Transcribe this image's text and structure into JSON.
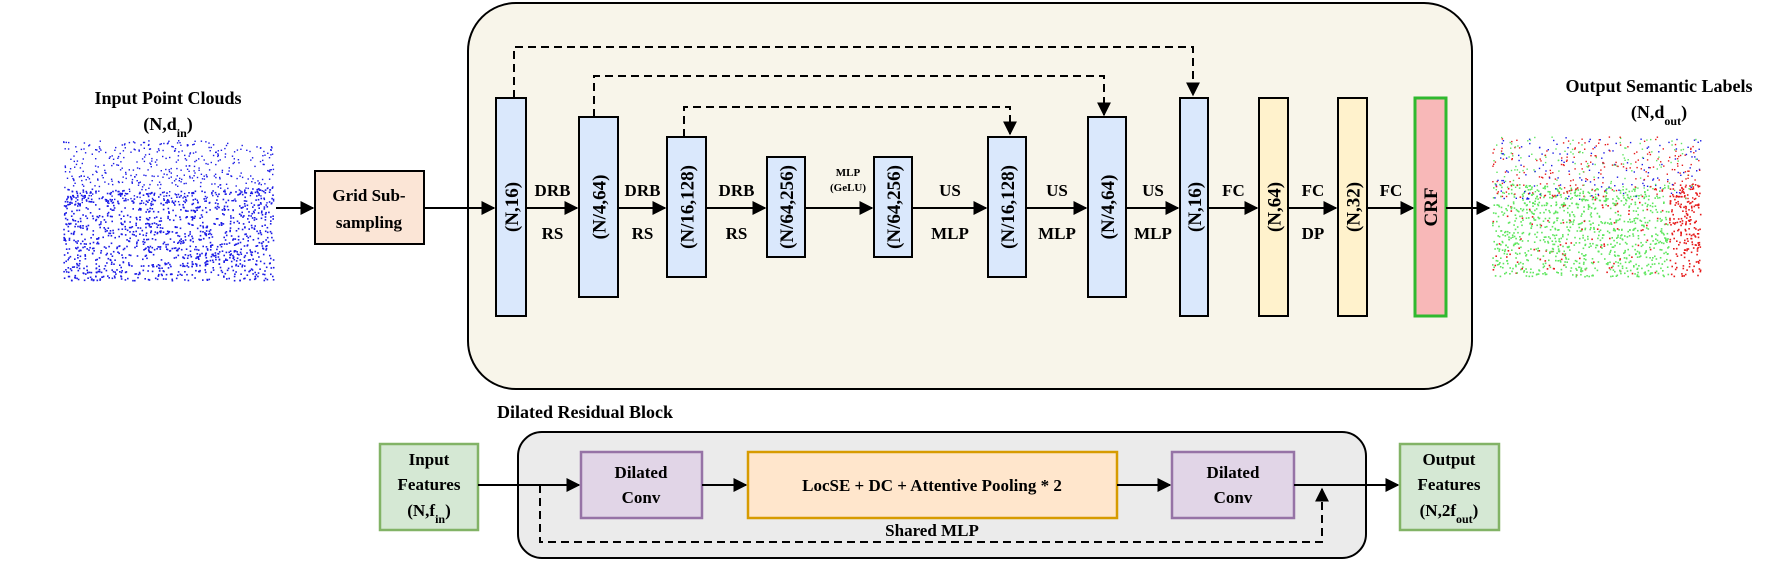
{
  "input": {
    "title": "Input Point Clouds",
    "dims_prefix": "(N,d",
    "dims_sub": "in",
    "dims_suffix": ")"
  },
  "output": {
    "title": "Output Semantic Labels",
    "dims_prefix": "(N,d",
    "dims_sub": "out",
    "dims_suffix": ")"
  },
  "grid_subsampling": {
    "line1": "Grid Sub-",
    "line2": "sampling"
  },
  "encoder_decoder": {
    "layers": [
      {
        "label": "(N,16)"
      },
      {
        "label": "(N/4,64)"
      },
      {
        "label": "(N/16,128)"
      },
      {
        "label": "(N/64,256)"
      },
      {
        "label": "(N/64,256)"
      },
      {
        "label": "(N/16,128)"
      },
      {
        "label": "(N/4,64)"
      },
      {
        "label": "(N,16)"
      }
    ],
    "ops_top": [
      "DRB",
      "DRB",
      "DRB",
      "",
      "US",
      "US",
      "US"
    ],
    "ops_bottom": [
      "RS",
      "RS",
      "RS",
      "",
      "MLP",
      "MLP",
      "MLP"
    ],
    "mlp_gelu": {
      "line1": "MLP",
      "line2": "(GeLU)"
    },
    "head_layers": [
      {
        "label": "(N,64)"
      },
      {
        "label": "(N,32)"
      }
    ],
    "head_ops_top": [
      "FC",
      "FC",
      "FC"
    ],
    "head_ops_bottom": [
      "",
      "DP",
      ""
    ],
    "crf": "CRF"
  },
  "drb": {
    "title": "Dilated Residual Block",
    "input": {
      "line1": "Input",
      "line2": "Features",
      "dims_prefix": "(N,f",
      "dims_sub": "in",
      "dims_suffix": ")"
    },
    "dilated_conv_1": {
      "line1": "Dilated",
      "line2": "Conv"
    },
    "middle": "LocSE + DC + Attentive Pooling * 2",
    "dilated_conv_2": {
      "line1": "Dilated",
      "line2": "Conv"
    },
    "shared_mlp": "Shared MLP",
    "output": {
      "line1": "Output",
      "line2": "Features",
      "dims_prefix": "(N,2f",
      "dims_sub": "out",
      "dims_suffix": ")"
    }
  },
  "colors": {
    "panel_fill": "#f8f5ea",
    "drb_panel_fill": "#ebebeb",
    "encoder_fill": "#dae8fc",
    "encoder_stroke": "#000000",
    "head_fill": "#fff2cc",
    "crf_fill": "#f8b8b8",
    "crf_stroke": "#2fb92f",
    "grid_fill": "#fbe5d6",
    "dilated_fill": "#e1d5e7",
    "dilated_stroke": "#9673a6",
    "middle_fill": "#ffe6cc",
    "middle_stroke": "#d79b00",
    "features_fill": "#d5e8d4",
    "features_stroke": "#82b366",
    "point_blue": "#1a1ae6",
    "point_green": "#5ee65e",
    "point_red": "#e61a1a"
  }
}
